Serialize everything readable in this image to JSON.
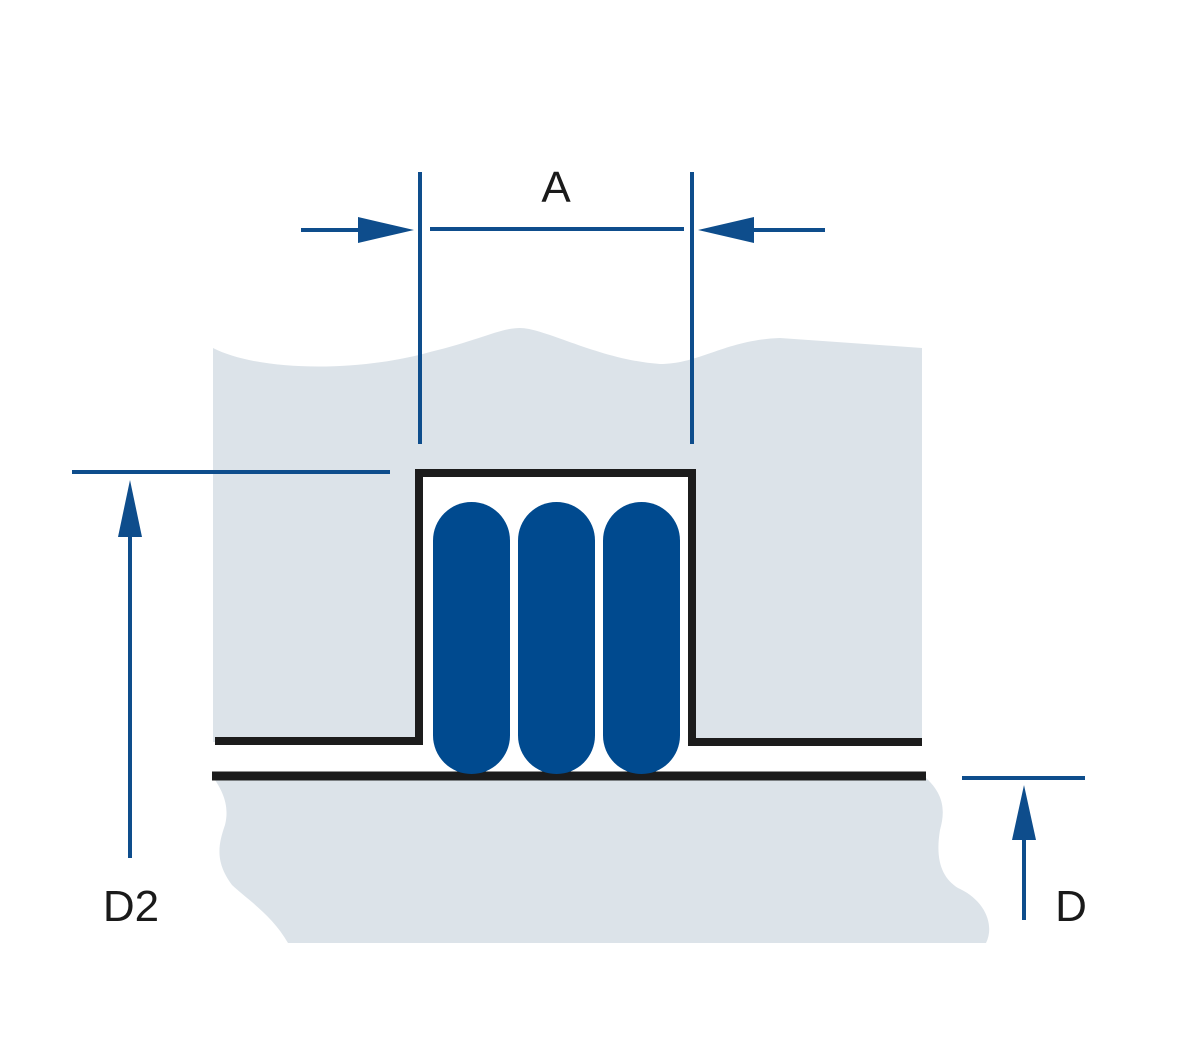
{
  "labels": {
    "width": "A",
    "groove_diameter": "D2",
    "bore_diameter": "D"
  },
  "colors": {
    "housing": "#dce3e9",
    "dimension_line": "#0e4d8c",
    "seal": "#004a8f",
    "outline": "#1c1c1c",
    "background": "#ffffff"
  }
}
